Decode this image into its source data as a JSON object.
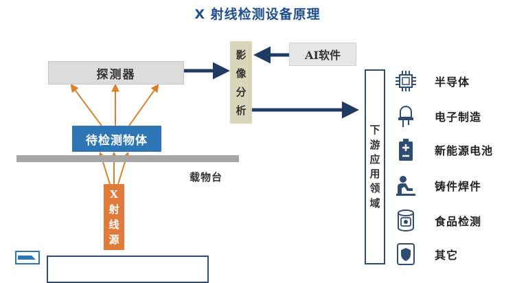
{
  "title": "X 射线检测设备原理",
  "nodes": {
    "detector": "探测器",
    "object": "待检测物体",
    "stage": "载物台",
    "source_chars": [
      "X",
      "射",
      "线",
      "源"
    ],
    "analysis_chars": [
      "影",
      "像",
      "分",
      "析"
    ],
    "ai_software": "AI软件",
    "downstream_chars": [
      "下",
      "游",
      "应",
      "用",
      "领",
      "域"
    ]
  },
  "applications": [
    {
      "label": "半导体",
      "icon": "chip-icon"
    },
    {
      "label": "电子制造",
      "icon": "led-icon"
    },
    {
      "label": "新能源电池",
      "icon": "battery-icon"
    },
    {
      "label": "铸件焊件",
      "icon": "welder-icon"
    },
    {
      "label": "食品检测",
      "icon": "food-can-icon"
    },
    {
      "label": "其它",
      "icon": "shield-icon"
    }
  ],
  "colors": {
    "title": "#1f4e8c",
    "object": "#2e75b6",
    "source": "#e07b39",
    "ray_arrow": "#d9822b",
    "flow_arrow": "#1f3b63",
    "analysis": "#d9d5b8",
    "icon": "#2f4d73"
  }
}
